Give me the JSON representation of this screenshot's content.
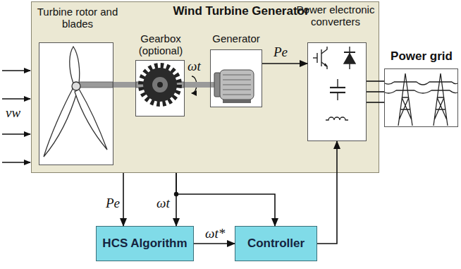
{
  "diagram": {
    "nodes": [
      {
        "text": [
          "Wind Turbine Generator"
        ]
      },
      {
        "text": [
          "Turbine rotor and blades"
        ],
        "in": 0
      },
      {
        "text": [
          "Gearbox (optional)"
        ],
        "in": 0
      },
      {
        "text": [
          "Generator"
        ],
        "in": 0
      },
      {
        "text": [
          "Power electronic converters"
        ],
        "in": 0
      },
      {
        "text": [
          "Power grid"
        ]
      },
      {
        "text": [
          "HCS Algorithm"
        ]
      },
      {
        "text": [
          "Controller"
        ]
      }
    ],
    "edges": [
      {
        "from": 1,
        "to": 2,
        "arrow": "none"
      },
      {
        "from": 2,
        "to": 3,
        "arrow": "none"
      },
      {
        "from": 3,
        "to": 4,
        "label": "Pe",
        "arrow": "to"
      },
      {
        "from": 4,
        "to": 5,
        "arrow": "none"
      },
      {
        "from": 0,
        "to": 6,
        "label": "Pe",
        "arrow": "to"
      },
      {
        "from": 0,
        "to": 6,
        "label": "ωt",
        "arrow": "to"
      },
      {
        "from": 0,
        "to": 7,
        "arrow": "to"
      },
      {
        "from": 6,
        "to": 7,
        "label": "ωt*",
        "arrow": "to"
      },
      {
        "from": 7,
        "to": 4,
        "arrow": "to"
      }
    ],
    "labels": [
      "vw",
      "ωt"
    ]
  }
}
